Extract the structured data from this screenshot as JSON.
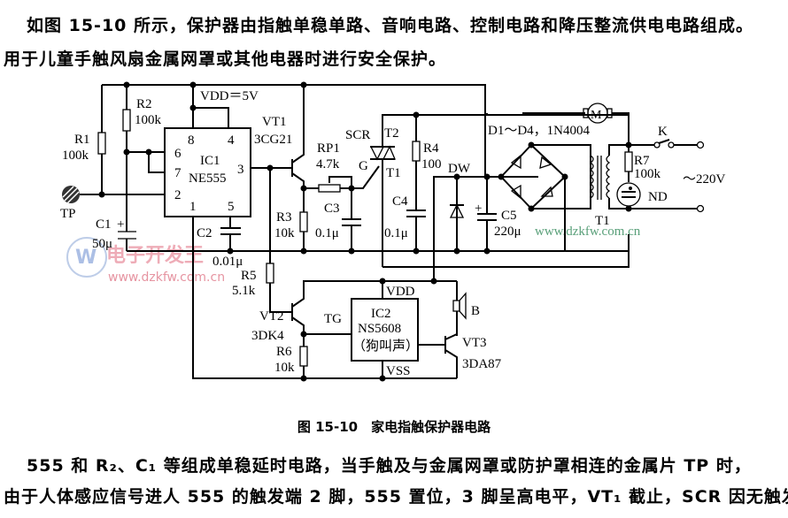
{
  "intro_text": {
    "line1": "如图 15-10 所示，保护器由指触单稳单路、音响电路、控制电路和降压整流供电电路组成。",
    "line2": "用于儿童手触风扇金属网罩或其他电器时进行安全保护。"
  },
  "diagram": {
    "supply_label": "VDD＝5V",
    "ic1": {
      "name": "IC1",
      "part": "NE555",
      "pins": [
        "8",
        "4",
        "6",
        "7",
        "3",
        "2",
        "1",
        "5"
      ]
    },
    "ic2": {
      "name": "IC2",
      "part": "NS5608",
      "note": "（狗叫声）",
      "vdd": "VDD",
      "vss": "VSS",
      "input": "TG"
    },
    "components": {
      "r1": {
        "name": "R1",
        "value": "100k"
      },
      "r2": {
        "name": "R2",
        "value": "100k"
      },
      "r3": {
        "name": "R3",
        "value": "10k"
      },
      "r4": {
        "name": "R4",
        "value": "100"
      },
      "r5": {
        "name": "R5",
        "value": "5.1k"
      },
      "r6": {
        "name": "R6",
        "value": "10k"
      },
      "r7": {
        "name": "R7",
        "value": "100k"
      },
      "rp1": {
        "name": "RP1",
        "value": "4.7k"
      },
      "c1": {
        "name": "C1",
        "value": "50μ"
      },
      "c2": {
        "name": "C2",
        "value": "0.01μ"
      },
      "c3": {
        "name": "C3",
        "value": "0.1μ"
      },
      "c4": {
        "name": "C4",
        "value": "0.1μ"
      },
      "c5": {
        "name": "C5",
        "value": "220μ"
      },
      "vt1": {
        "name": "VT1",
        "part": "3CG21"
      },
      "vt2": {
        "name": "VT2",
        "part": "3DK4"
      },
      "vt3": {
        "name": "VT3",
        "part": "3DA87"
      },
      "scr": {
        "name": "SCR",
        "t2": "T2",
        "t1": "T1",
        "gate": "G"
      },
      "dw": {
        "name": "DW"
      },
      "bridge": {
        "name": "D1～D4，1N4004"
      },
      "transformer": {
        "name": "T1"
      },
      "motor": {
        "name": "M"
      },
      "switch": {
        "name": "K"
      },
      "neon": {
        "name": "ND"
      },
      "speaker": {
        "name": "B"
      },
      "touch_plate": {
        "name": "TP"
      },
      "mains": {
        "label": "～220V"
      }
    },
    "watermark": {
      "url": "www.dzkfw.com.cn",
      "brand": "电子开发王"
    }
  },
  "caption": "图 15-10　家电指触保护器电路",
  "body_text": {
    "line1": "555 和 R₂、C₁ 等组成单稳延时电路，当手触及与金属网罩或防护罩相连的金属片 TP 时，",
    "line2": "由于人体感应信号进人 555 的触发端 2 脚，555 置位，3 脚呈高电平，VT₁ 截止，SCR 因无触发"
  }
}
